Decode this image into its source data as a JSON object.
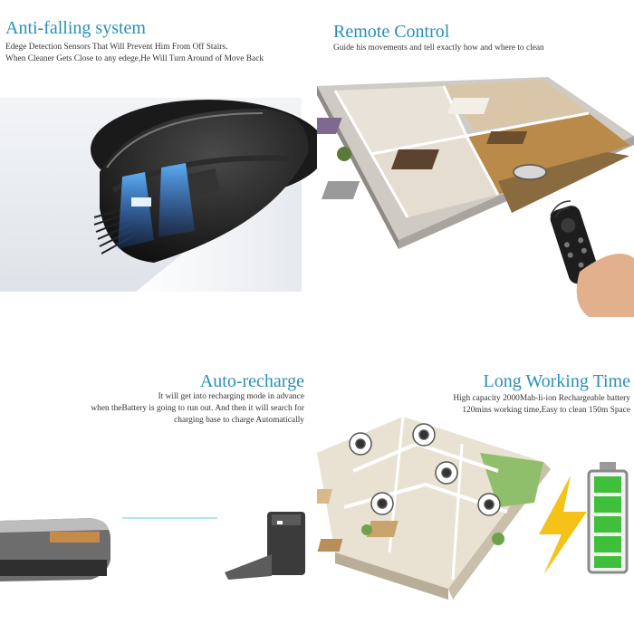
{
  "panels": {
    "anti_falling": {
      "title": "Anti-falling system",
      "lines": [
        "Edege Detection Sensors That Will Prevent Him From Off Stairs.",
        "When Cleaner Gets Close to any edege,He Will Turn Around of Move Back"
      ]
    },
    "remote_control": {
      "title": "Remote Control",
      "lines": [
        "Guide his movements and tell exactly how and where to clean"
      ]
    },
    "auto_recharge": {
      "title": "Auto-recharge",
      "lines": [
        "It will get into recharging mode in advance",
        "when theBattery is going to run out. And then it will search for",
        "charging base to charge Automatically"
      ]
    },
    "long_working_time": {
      "title": "Long Working Time",
      "lines": [
        "High capacity 2000Mah-li-ion Rechargeable battery",
        "120mins working time,Easy to clean 150m Space"
      ]
    }
  },
  "colors": {
    "title": "#2a8fb8",
    "sensor_beam": "#2f86e0",
    "battery_green": "#3fbf3a",
    "lightning": "#f5c21a"
  },
  "icons": [
    "robot-vacuum-icon",
    "remote-control-icon",
    "charging-dock-icon",
    "battery-icon",
    "lightning-icon",
    "camera-icon"
  ]
}
